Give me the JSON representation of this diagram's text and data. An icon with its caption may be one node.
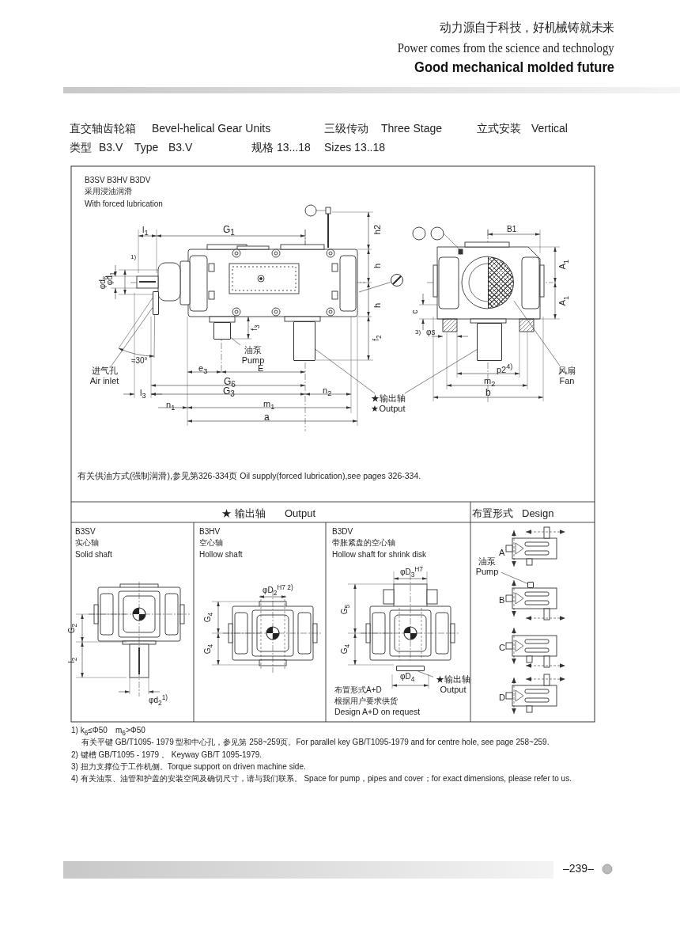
{
  "diagram": {
    "nodes": [
      {
        "text": [
          "油泵",
          "Pump"
        ]
      },
      {
        "text": [],
        "shape": "box"
      },
      {
        "text": [
          "进气孔",
          "Air inlet"
        ]
      },
      {
        "text": [],
        "shape": "box"
      },
      {
        "text": [
          "★输出轴",
          "★Output"
        ]
      },
      {
        "text": [],
        "shape": "box"
      },
      {
        "text": [],
        "shape": "box"
      },
      {
        "text": [
          "风扇",
          "Fan"
        ]
      },
      {
        "text": [],
        "shape": "circle"
      },
      {
        "text": [
          "★输出轴",
          "Output"
        ]
      },
      {
        "text": [],
        "shape": "box"
      },
      {
        "text": [
          "油泵",
          "Pump"
        ]
      },
      {
        "text": [],
        "shape": "box"
      },
      {
        "text": [],
        "shape": "circle"
      }
    ],
    "edges": [
      {
        "from": 0,
        "to": 1,
        "arrow": "none"
      },
      {
        "from": 2,
        "to": 3,
        "arrow": "none"
      },
      {
        "from": 4,
        "to": 5,
        "arrow": "none"
      },
      {
        "from": 4,
        "to": 6,
        "arrow": "none"
      },
      {
        "from": 7,
        "to": 8,
        "arrow": "none"
      },
      {
        "from": 9,
        "to": 10,
        "arrow": "none"
      },
      {
        "from": 11,
        "to": 12,
        "arrow": "none"
      },
      {
        "from": 13,
        "to": null,
        "arrow": "none"
      }
    ],
    "labels": [
      "动力源自于科技，好机械铸就未来",
      "Power comes from the science and technology",
      "Good mechanical molded future",
      "直交轴齿轮箱",
      "Bevel-helical Gear Units",
      "三级传动",
      "Three Stage",
      "立式安装",
      "Vertical",
      "类型",
      "B3.V",
      "Type",
      "B3.V",
      "规格",
      "13...18",
      "Sizes 13..18",
      "B3SV B3HV B3DV",
      "采用浸油润滑",
      "With forced lubrication",
      "l$_{1}$",
      "G$_{1}$",
      "h2",
      "φd$_{1}$",
      "1)",
      "φd$_{6}$",
      "h",
      "h",
      "f$_{3}$",
      "f$_{2}$",
      "≈30°",
      "e$_{3}$",
      "E",
      "G$_{6}$",
      "l$_{3}$",
      "G$_{3}$",
      "n$_{2}$",
      "n$_{1}$",
      "m$_{1}$",
      "a",
      "B1",
      "A$_{1}$",
      "A$_{1}$",
      "c",
      "3)",
      "φs",
      "p2$^{4)}$",
      "m$_{2}$",
      "b",
      "有关供油方式(强制润滑),参见第326-334页 Oil supply(forced lubrication),see pages 326-334.",
      "★ 输出轴",
      "Output",
      "布置形式",
      "Design",
      "B3SV",
      "实心轴",
      "Solid shaft",
      "G$_{2}$",
      "l$_{2}$",
      "φd$_{2}$$^{1)}$",
      "B3HV",
      "空心轴",
      "Hollow shaft",
      "φD$_{2}$$^{H7 2)}$",
      "G$_{4}$",
      "G$_{4}$",
      "B3DV",
      "带胀紧盘的空心轴",
      "Hollow shaft for shrink disk",
      "φD$_{3}$$^{H7}$",
      "G$_{5}$",
      "G$_{4}$",
      "φD$_{4}$",
      "布置形式A+D",
      "根据用户要求供货",
      "Design A+D on request",
      "A",
      "B",
      "C",
      "D",
      "1) k$_{6}$≤Φ50　m$_{6}$>Φ50",
      "有关平键 GB/T1095- 1979 型和中心孔，参见第 258~259页。For parallel key GB/T1095-1979 and for centre hole, see page 258~259.",
      "2) 键槽 GB/T1095 - 1979 。 Keyway GB/T 1095-1979.",
      "3) 扭力支撑位于工作机侧。Torque support on driven machine side.",
      "4) 有关油泵、油管和护盖的安装空间及确切尺寸，请与我们联系。 Space for pump，pipes and cover；for exact dimensions, please refer to us.",
      "–239–"
    ]
  }
}
